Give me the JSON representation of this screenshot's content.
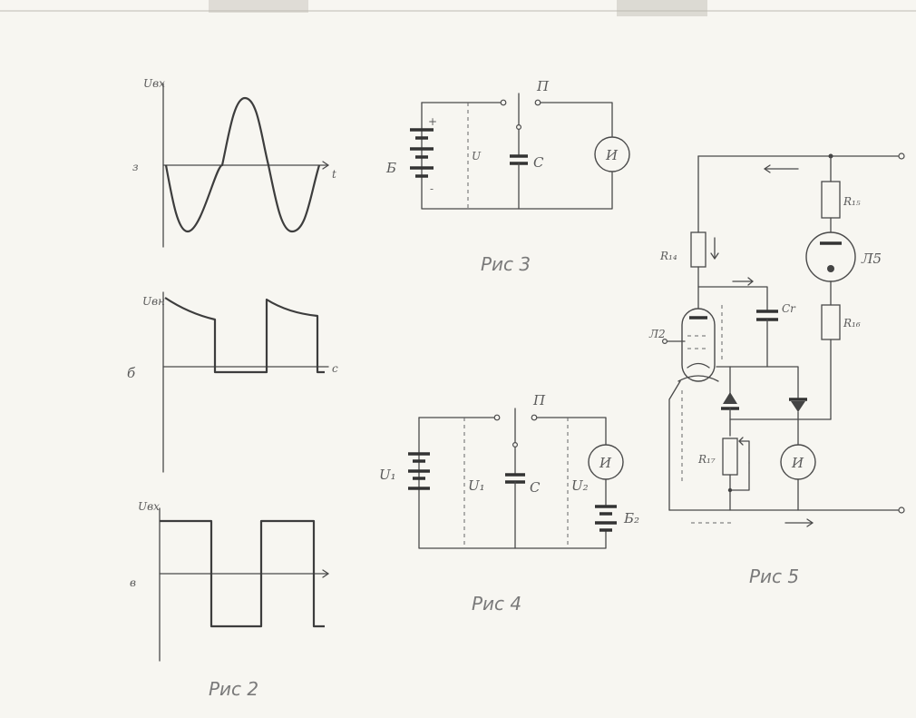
{
  "figure2": {
    "caption": "Рис 2",
    "graph_a": {
      "y_label": "Uвх",
      "origin_label": "з",
      "x_label": "t"
    },
    "graph_b": {
      "y_label": "Uвн",
      "origin_label": "б",
      "x_label": "c"
    },
    "graph_c": {
      "y_label": "Uвх",
      "origin_label": "в"
    }
  },
  "figure3": {
    "caption": "Рис 3",
    "battery_label": "Б",
    "voltage_label": "U",
    "capacitor_label": "С",
    "switch_label": "П",
    "meter_label": "И",
    "plus_label": "+",
    "minus_label": "-"
  },
  "figure4": {
    "caption": "Рис 4",
    "battery1_label": "U₁",
    "voltage1_label": "U₁",
    "capacitor_label": "С",
    "voltage2_label": "U₂",
    "switch_label": "П",
    "meter_label": "И",
    "battery2_label": "Б₂"
  },
  "figure5": {
    "caption": "Рис 5",
    "r14": "R₁₄",
    "r15": "R₁₅",
    "r16": "R₁₆",
    "r17": "R₁₇",
    "lamp2": "Л2",
    "lamp5": "Л5",
    "capacitor": "Сr",
    "meter_label": "И"
  }
}
